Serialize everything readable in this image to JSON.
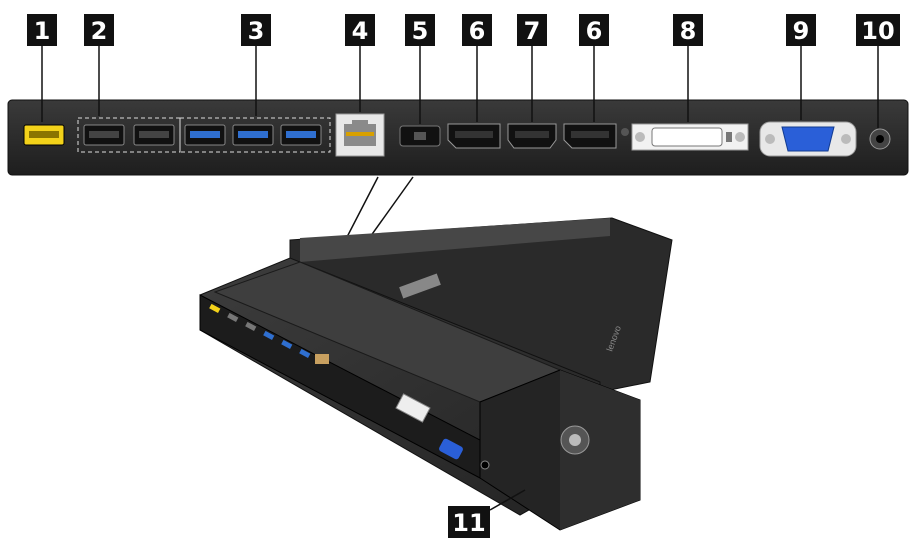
{
  "callouts": [
    "1",
    "2",
    "3",
    "4",
    "5",
    "6",
    "7",
    "6",
    "8",
    "9",
    "10",
    "11"
  ],
  "colors": {
    "panel": "#2b2b2b",
    "usb_charge": "#f3d21a",
    "usb3": "#2f6fd0",
    "vga": "#2a5fd8",
    "dock_body": "#3a3a3a",
    "callout_bg": "#111111"
  },
  "icons": [
    "usb-charging-port",
    "usb2-port",
    "usb3-port",
    "ethernet-port",
    "power-connector",
    "displayport",
    "hdmi-port",
    "dvi-port",
    "vga-port",
    "audio-jack",
    "security-lock-slot"
  ]
}
